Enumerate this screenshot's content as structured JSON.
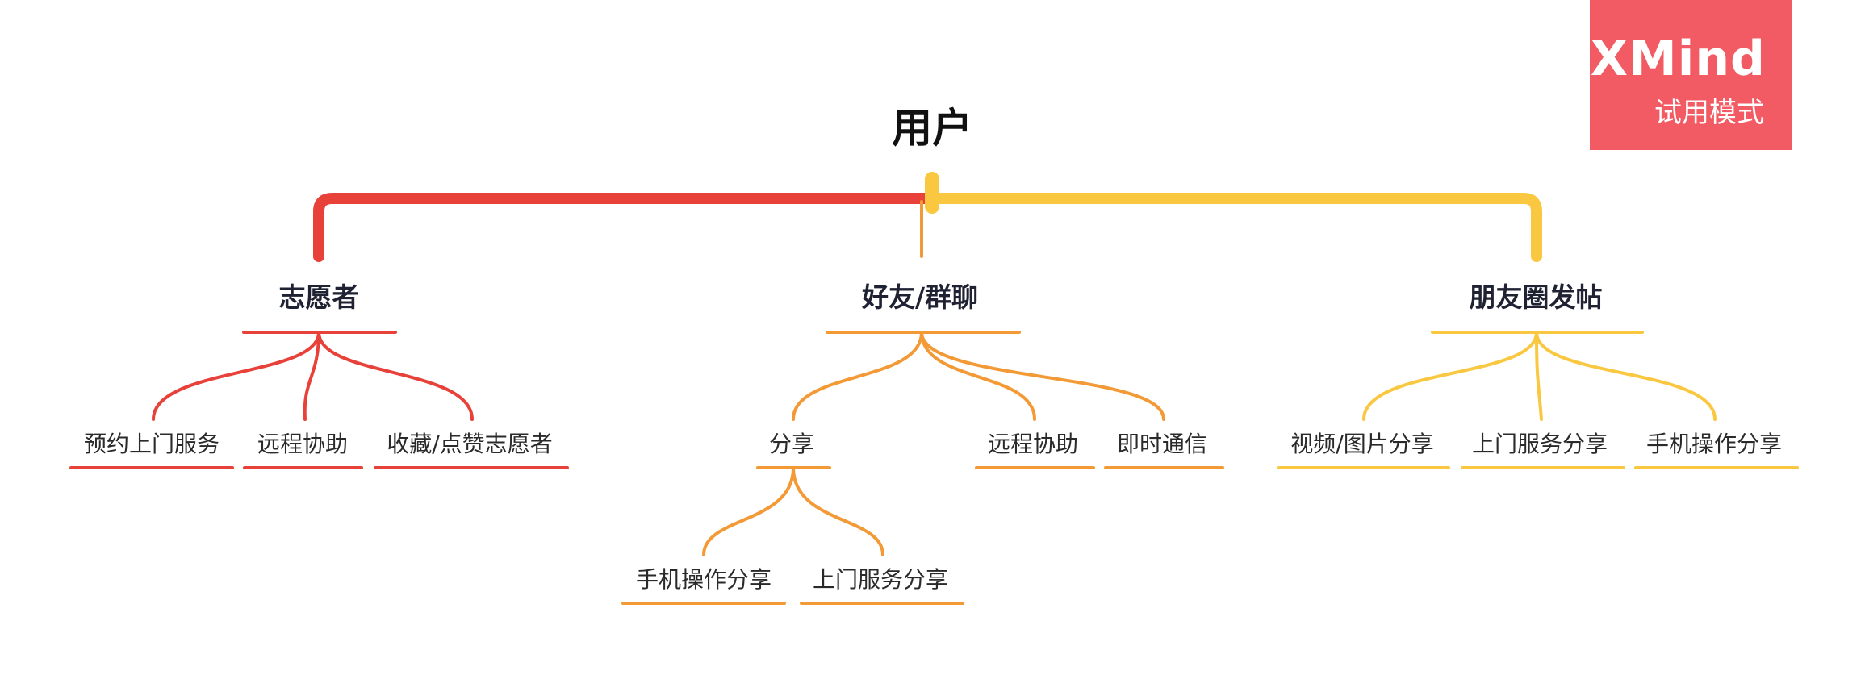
{
  "root": {
    "title": "用户"
  },
  "badge": {
    "brand": "XMind",
    "mode": "试用模式",
    "color": "#f25b64"
  },
  "colors": {
    "red": "#e8413a",
    "orange": "#f39a36",
    "yellow": "#f9c840"
  },
  "branches": [
    {
      "title": "志愿者",
      "color": "red",
      "children": [
        {
          "title": "预约上门服务"
        },
        {
          "title": "远程协助"
        },
        {
          "title": "收藏/点赞志愿者"
        }
      ]
    },
    {
      "title": "好友/群聊",
      "color": "orange",
      "children": [
        {
          "title": "分享",
          "children": [
            {
              "title": "手机操作分享"
            },
            {
              "title": "上门服务分享"
            }
          ]
        },
        {
          "title": "远程协助"
        },
        {
          "title": "即时通信"
        }
      ]
    },
    {
      "title": "朋友圈发帖",
      "color": "yellow",
      "children": [
        {
          "title": "视频/图片分享"
        },
        {
          "title": "上门服务分享"
        },
        {
          "title": "手机操作分享"
        }
      ]
    }
  ]
}
